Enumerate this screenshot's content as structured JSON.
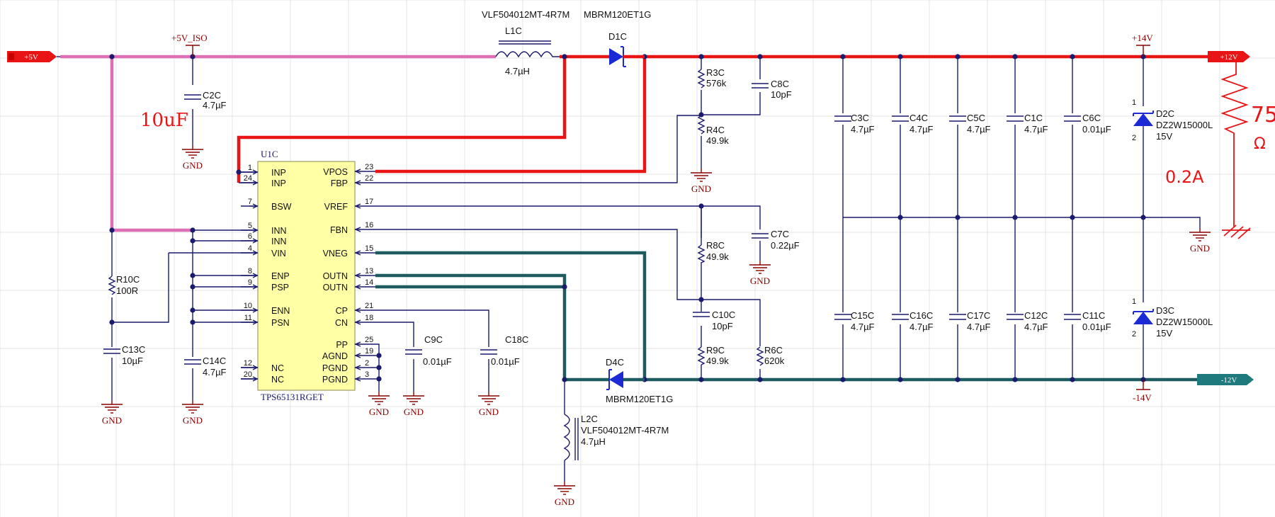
{
  "ic": {
    "ref": "U1C",
    "part": "TPS65131RGET",
    "left_pins": [
      {
        "num": "1",
        "name": "INP"
      },
      {
        "num": "24",
        "name": "INP"
      },
      {
        "num": "7",
        "name": "BSW"
      },
      {
        "num": "5",
        "name": "INN"
      },
      {
        "num": "6",
        "name": "INN"
      },
      {
        "num": "4",
        "name": "VIN"
      },
      {
        "num": "8",
        "name": "ENP"
      },
      {
        "num": "9",
        "name": "PSP"
      },
      {
        "num": "10",
        "name": "ENN"
      },
      {
        "num": "11",
        "name": "PSN"
      },
      {
        "num": "12",
        "name": "NC"
      },
      {
        "num": "20",
        "name": "NC"
      }
    ],
    "right_pins": [
      {
        "num": "23",
        "name": "VPOS"
      },
      {
        "num": "22",
        "name": "FBP"
      },
      {
        "num": "17",
        "name": "VREF"
      },
      {
        "num": "16",
        "name": "FBN"
      },
      {
        "num": "15",
        "name": "VNEG"
      },
      {
        "num": "13",
        "name": "OUTN"
      },
      {
        "num": "14",
        "name": "OUTN"
      },
      {
        "num": "21",
        "name": "CP"
      },
      {
        "num": "18",
        "name": "CN"
      },
      {
        "num": "25",
        "name": "PP"
      },
      {
        "num": "19",
        "name": "AGND"
      },
      {
        "num": "2",
        "name": "PGND"
      },
      {
        "num": "3",
        "name": "PGND"
      }
    ]
  },
  "nets": {
    "in_port": "+5V",
    "iso": "+5V_ISO",
    "pos_port": "+12V",
    "neg_port": "-12V",
    "p14": "+14V",
    "m14": "-14V",
    "gnd": "GND"
  },
  "components": {
    "L1C_part": "VLF504012MT-4R7M",
    "D1C_part": "MBRM120ET1G",
    "L1C": "L1C",
    "L1C_val": "4.7µH",
    "D1C": "D1C",
    "C2C": "C2C",
    "C2C_val": "4.7µF",
    "R3C": "R3C",
    "R3C_val": "576k",
    "R4C": "R4C",
    "R4C_val": "49.9k",
    "C8C": "C8C",
    "C8C_val": "10pF",
    "C7C": "C7C",
    "C7C_val": "0.22µF",
    "R8C": "R8C",
    "R8C_val": "49.9k",
    "C10C": "C10C",
    "C10C_val": "10pF",
    "R9C": "R9C",
    "R9C_val": "49.9k",
    "R6C": "R6C",
    "R6C_val": "620k",
    "R10C": "R10C",
    "R10C_val": "100R",
    "C13C": "C13C",
    "C13C_val": "10µF",
    "C14C": "C14C",
    "C14C_val": "4.7µF",
    "C9C": "C9C",
    "C9C_val": "0.01µF",
    "C18C": "C18C",
    "C18C_val": "0.01µF",
    "D4C": "D4C",
    "D4C_part": "MBRM120ET1G",
    "L2C": "L2C",
    "L2C_part": "VLF504012MT-4R7M",
    "L2C_val": "4.7µH",
    "C3C": "C3C",
    "C3C_val": "4.7µF",
    "C4C": "C4C",
    "C4C_val": "4.7µF",
    "C5C": "C5C",
    "C5C_val": "4.7µF",
    "C1C": "C1C",
    "C1C_val": "4.7µF",
    "C6C": "C6C",
    "C6C_val": "0.01µF",
    "C15C": "C15C",
    "C15C_val": "4.7µF",
    "C16C": "C16C",
    "C16C_val": "4.7µF",
    "C17C": "C17C",
    "C17C_val": "4.7µF",
    "C12C": "C12C",
    "C12C_val": "4.7µF",
    "C11C": "C11C",
    "C11C_val": "0.01µF",
    "D2C": "D2C",
    "D2C_part": "DZ2W15000L",
    "D2C_val": "15V",
    "D3C": "D3C",
    "D3C_part": "DZ2W15000L",
    "D3C_val": "15V"
  },
  "annotations": {
    "cap_note": "10uF",
    "load_res": "75",
    "load_unit": "Ω",
    "current": "0.2A"
  },
  "colors": {
    "positive_rail": "#e81416",
    "input_rail": "#df6fb4",
    "negative_rail": "#1e5b5e",
    "wire": "#1a1a6e",
    "ground_symbol": "#8a0000"
  }
}
